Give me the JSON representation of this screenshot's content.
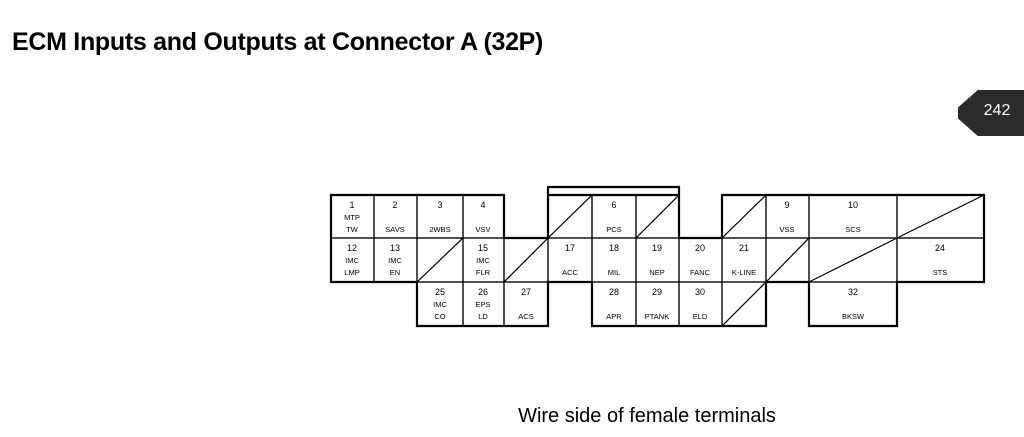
{
  "title": "ECM Inputs and Outputs at Connector A (32P)",
  "page_number": "242",
  "caption": "Wire side of female terminals",
  "connector": {
    "row1": [
      {
        "num": "1",
        "lines": [
          "MTP",
          "TW"
        ]
      },
      {
        "num": "2",
        "lines": [
          "SAVS"
        ]
      },
      {
        "num": "3",
        "lines": [
          "2WBS"
        ]
      },
      {
        "num": "4",
        "lines": [
          "VSV"
        ]
      },
      {
        "num": "6",
        "lines": [
          "PCS"
        ]
      },
      {
        "num": "9",
        "lines": [
          "VSS"
        ]
      },
      {
        "num": "10",
        "lines": [
          "SCS"
        ]
      }
    ],
    "row2": [
      {
        "num": "12",
        "lines": [
          "IMC",
          "LMP"
        ]
      },
      {
        "num": "13",
        "lines": [
          "IMC",
          "EN"
        ]
      },
      {
        "num": "15",
        "lines": [
          "IMC",
          "FLR"
        ]
      },
      {
        "num": "17",
        "lines": [
          "ACC"
        ]
      },
      {
        "num": "18",
        "lines": [
          "MIL"
        ]
      },
      {
        "num": "19",
        "lines": [
          "NEP"
        ]
      },
      {
        "num": "20",
        "lines": [
          "FANC"
        ]
      },
      {
        "num": "21",
        "lines": [
          "K-LINE"
        ]
      },
      {
        "num": "24",
        "lines": [
          "STS"
        ]
      }
    ],
    "row3": [
      {
        "num": "25",
        "lines": [
          "IMC",
          "CO"
        ]
      },
      {
        "num": "26",
        "lines": [
          "EPS",
          "LD"
        ]
      },
      {
        "num": "27",
        "lines": [
          "ACS"
        ]
      },
      {
        "num": "28",
        "lines": [
          "APR"
        ]
      },
      {
        "num": "29",
        "lines": [
          "PTANK"
        ]
      },
      {
        "num": "30",
        "lines": [
          "ELD"
        ]
      },
      {
        "num": "32",
        "lines": [
          "BKSW"
        ]
      }
    ]
  }
}
